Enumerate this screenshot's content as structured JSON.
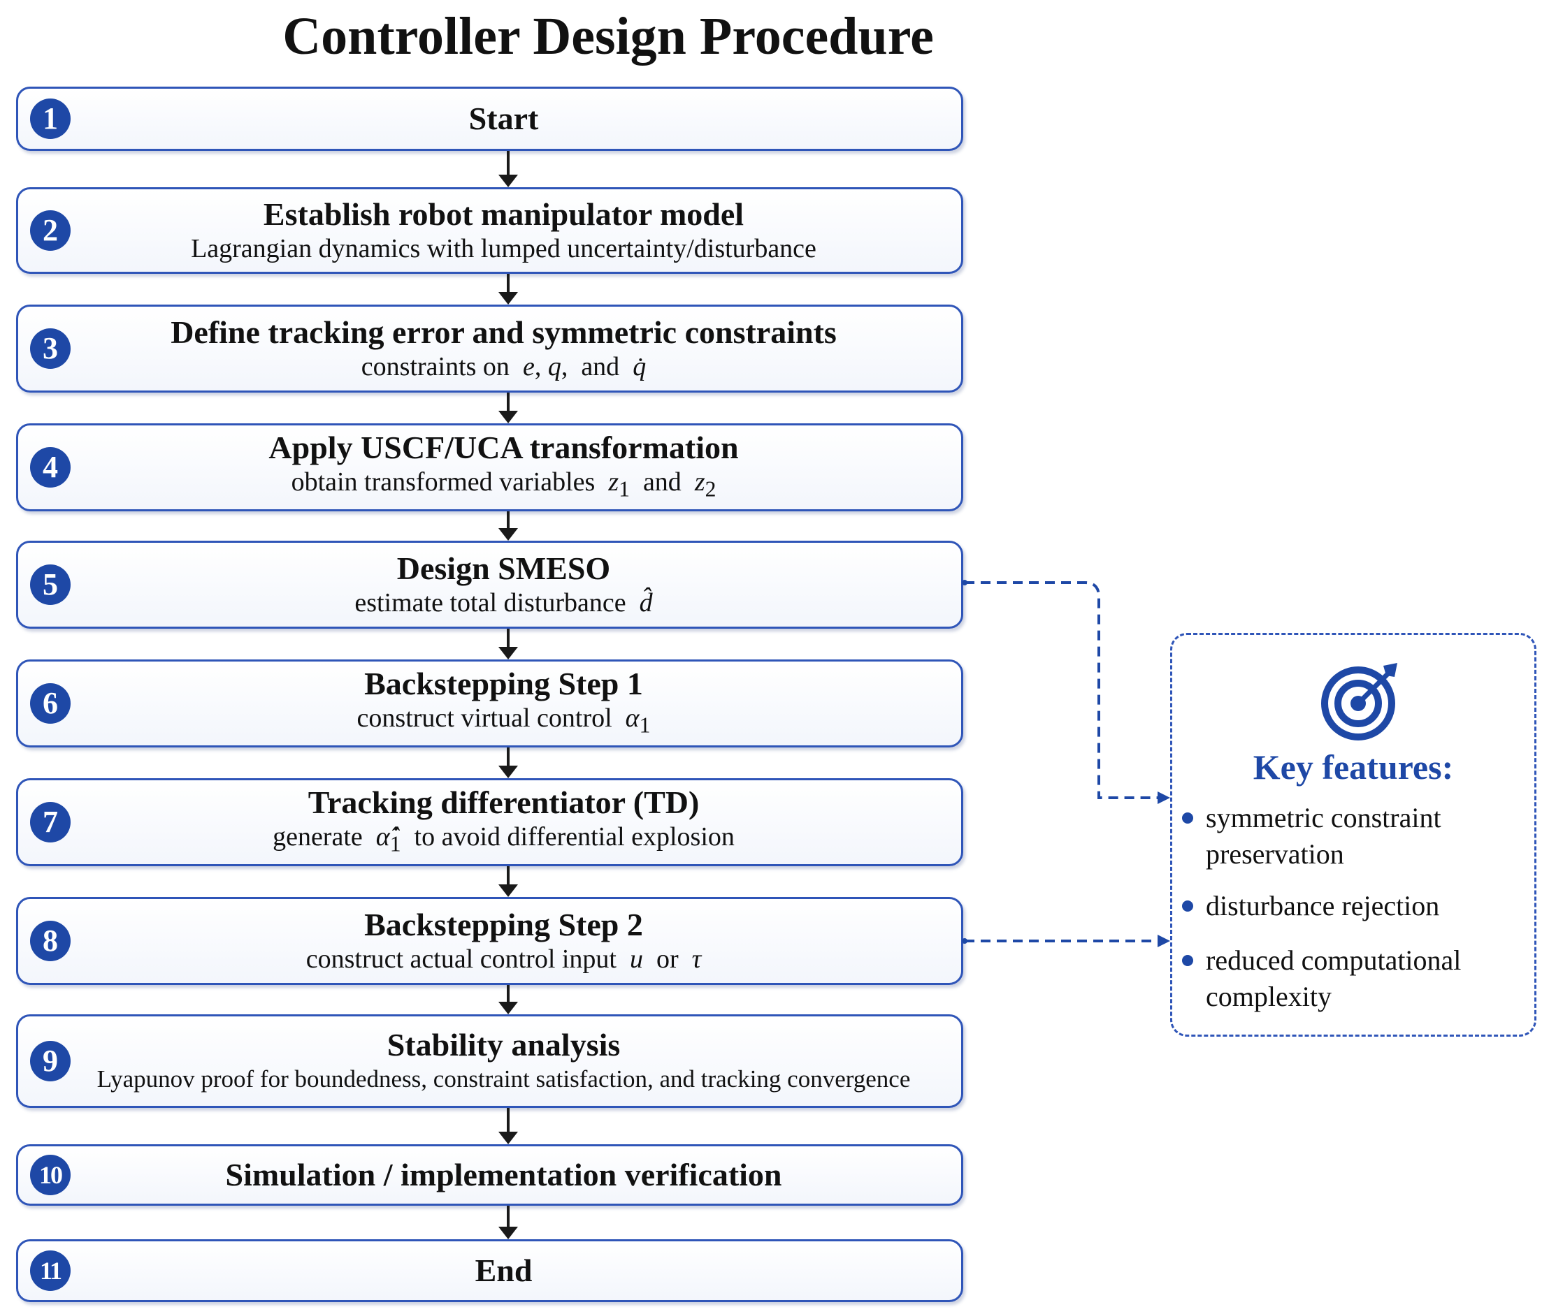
{
  "title": "Controller Design Procedure",
  "steps": [
    {
      "number": "1",
      "title": "Start"
    },
    {
      "number": "2",
      "title": "Establish robot manipulator model",
      "subtitle": "Lagrangian dynamics with lumped uncertainty/disturbance"
    },
    {
      "number": "3",
      "title": "Define tracking error and symmetric constraints",
      "subtitle_text": "constraints on",
      "var_e": "e",
      "var_q": "q",
      "sep": ",",
      "and": "and",
      "var_qdot": "q̇"
    },
    {
      "number": "4",
      "title": "Apply USCF/UCA transformation",
      "subtitle_text": "obtain transformed variables",
      "var_z": "z",
      "sub_1": "1",
      "and": "and",
      "sub_2": "2"
    },
    {
      "number": "5",
      "title": "Design SMESO",
      "subtitle_text": "estimate total disturbance",
      "var_d": "d̂"
    },
    {
      "number": "6",
      "title": "Backstepping Step 1",
      "subtitle_text": "construct virtual control",
      "var_alpha": "α",
      "sub_1": "1"
    },
    {
      "number": "7",
      "title": "Tracking differentiator (TD)",
      "subtitle_pre": "generate",
      "var_alpha_hat_dot": "α̂̇",
      "sub_1": "1",
      "subtitle_post": "to avoid differential explosion"
    },
    {
      "number": "8",
      "title": "Backstepping Step 2",
      "subtitle_text": "construct actual control input",
      "var_u": "u",
      "or": "or",
      "var_tau": "τ"
    },
    {
      "number": "9",
      "title": "Stability analysis",
      "subtitle": "Lyapunov proof for boundedness, constraint satisfaction, and tracking convergence"
    },
    {
      "number": "10",
      "title": "Simulation / implementation verification"
    },
    {
      "number": "11",
      "title": "End"
    }
  ],
  "key_features": {
    "icon": "target-icon",
    "title": "Key features:",
    "items": [
      {
        "line1": "symmetric constraint",
        "line2": "preservation"
      },
      {
        "line1": "disturbance rejection"
      },
      {
        "line1": "reduced computational",
        "line2": "complexity"
      }
    ]
  },
  "colors": {
    "accent": "#1e48a6",
    "border": "#2f55b8",
    "arrow": "#1a1a1a"
  }
}
